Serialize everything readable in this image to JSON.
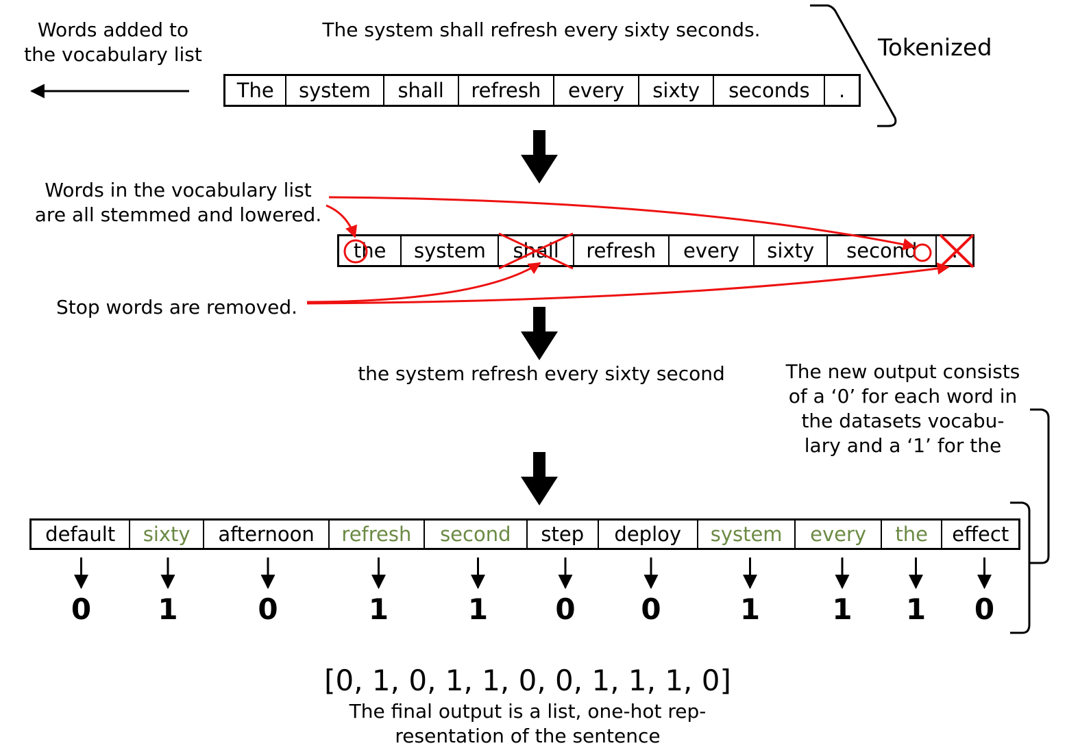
{
  "labels": {
    "vocab_added": [
      "Words added to",
      "the vocabulary list"
    ],
    "sentence": "The system shall refresh every sixty seconds.",
    "tokenized": "Tokenized",
    "stemmed": [
      "Words in the vocabulary list",
      "are all stemmed and lowered."
    ],
    "stop_words": "Stop words are removed.",
    "processed_sentence": "the system refresh every sixty second",
    "new_output": [
      "The new output consists",
      "of a ‘0’ for each word in",
      "the datasets vocabu-",
      "lary and a ‘1’ for the"
    ],
    "final_vector": "[0, 1, 0, 1, 1, 0, 0, 1, 1, 1, 0]",
    "final_caption": [
      "The final output is a list, one-hot rep-",
      "resentation of the sentence"
    ]
  },
  "tokens": [
    "The",
    "system",
    "shall",
    "refresh",
    "every",
    "sixty",
    "seconds",
    "."
  ],
  "stemmed_tokens": [
    "the",
    "system",
    "shall",
    "refresh",
    "every",
    "sixty",
    "second",
    "."
  ],
  "removed_tokens": [
    "shall",
    "."
  ],
  "vocabulary": [
    {
      "word": "default",
      "bit": 0
    },
    {
      "word": "sixty",
      "bit": 1
    },
    {
      "word": "afternoon",
      "bit": 0
    },
    {
      "word": "refresh",
      "bit": 1
    },
    {
      "word": "second",
      "bit": 1
    },
    {
      "word": "step",
      "bit": 0
    },
    {
      "word": "deploy",
      "bit": 0
    },
    {
      "word": "system",
      "bit": 1
    },
    {
      "word": "every",
      "bit": 1
    },
    {
      "word": "the",
      "bit": 1
    },
    {
      "word": "effect",
      "bit": 0
    }
  ],
  "colors": {
    "annotation": "#ee1111",
    "match": "#6b8a44",
    "ink": "#000000"
  }
}
